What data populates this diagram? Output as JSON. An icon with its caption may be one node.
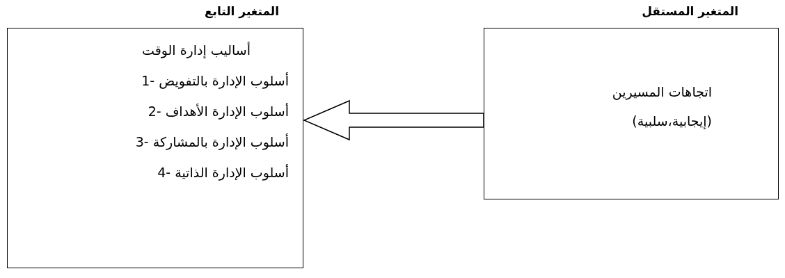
{
  "diagram": {
    "nodes": [
      {
        "text": [
          "المتغير التابع",
          "أساليب إدارة الوقت",
          "1- أسلوب الإدارة بالتفويض",
          "2- أسلوب الإدارة الأهداف",
          "3- أسلوب الإدارة بالمشاركة",
          "4- أسلوب الإدارة الذاتية"
        ]
      },
      {
        "text": [
          "المتغير المستقل",
          "اتجاهات المسيرين",
          "(إيجابية،سلبية)"
        ]
      }
    ],
    "edges": [
      {
        "from": 1,
        "to": 0,
        "arrow": "to"
      }
    ]
  }
}
